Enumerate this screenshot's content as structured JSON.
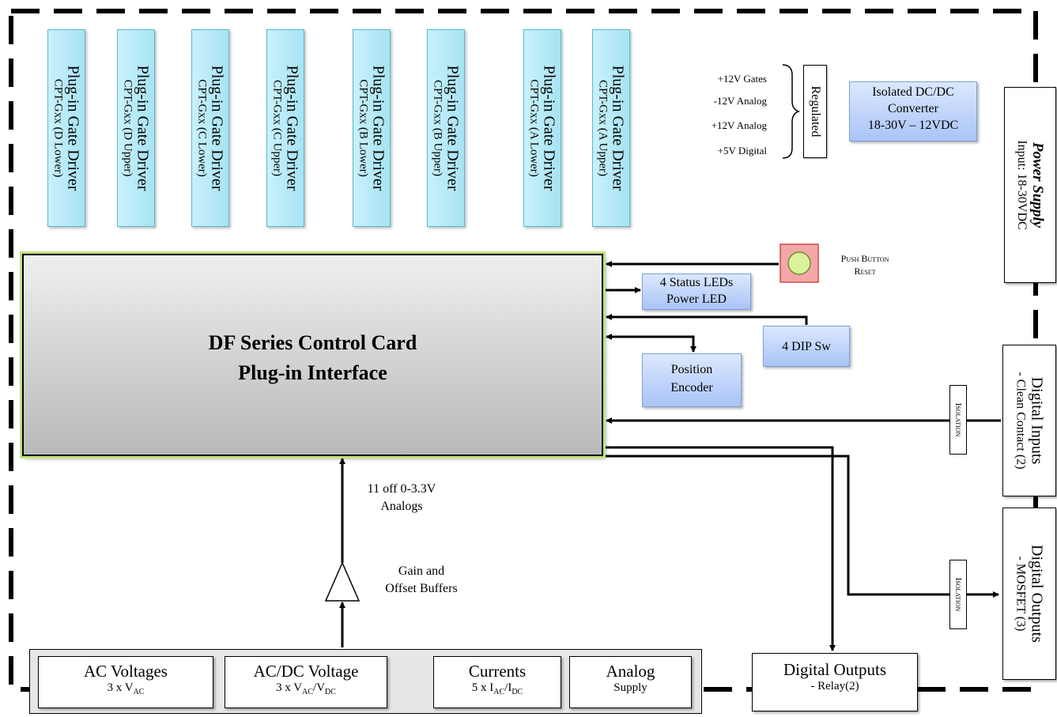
{
  "gate_drivers": [
    {
      "title": "Plug-in Gate Driver",
      "sub": "CPT-Gxx (D Lower)"
    },
    {
      "title": "Plug-in Gate Driver",
      "sub": "CPT-Gxx (D Upper)"
    },
    {
      "title": "Plug-in Gate Driver",
      "sub": "CPT-Gxx (C Lower)"
    },
    {
      "title": "Plug-in Gate Driver",
      "sub": "CPT-Gxx (C Upper)"
    },
    {
      "title": "Plug-in Gate Driver",
      "sub": "CPT-Gxx (B Lower)"
    },
    {
      "title": "Plug-in Gate Driver",
      "sub": "CPT-Gxx (B Upper)"
    },
    {
      "title": "Plug-in Gate Driver",
      "sub": "CPT-Gxx (A Lower)"
    },
    {
      "title": "Plug-in Gate Driver",
      "sub": "CPT-Gxx (A Upper)"
    }
  ],
  "rails": [
    "+12V Gates",
    "-12V Analog",
    "+12V Analog",
    "+5V Digital"
  ],
  "regulated": "Regulated",
  "dcdc": {
    "line1": "Isolated DC/DC",
    "line2": "Converter",
    "line3": "18-30V – 12VDC"
  },
  "power_supply": {
    "title": "Power Supply",
    "sub": "Input: 18-30VDC"
  },
  "push_button": {
    "line1": "Push Button",
    "line2": "Reset"
  },
  "status_leds": {
    "line1": "4 Status LEDs",
    "line2": "Power LED"
  },
  "dip_sw": "4 DIP Sw",
  "encoder": {
    "line1": "Position",
    "line2": "Encoder"
  },
  "control_card": {
    "line1": "DF Series Control Card",
    "line2": "Plug-in Interface"
  },
  "isolation": "Isolation",
  "digital_inputs": {
    "title": "Digital Inputs",
    "sub": "- Clean Contact (2)"
  },
  "digital_outputs_mosfet": {
    "title": "Digital Outputs",
    "sub": "- MOSFET (3)"
  },
  "analogs": {
    "line1": "11 off 0-3.3V",
    "line2": "Analogs"
  },
  "buffers": {
    "line1": "Gain and",
    "line2": "Offset Buffers"
  },
  "inputs": [
    {
      "title": "AC Voltages",
      "sub": "3 x V",
      "sub_script": "AC",
      "sub_tail": ""
    },
    {
      "title": "AC/DC Voltage",
      "sub": "3 x V",
      "sub_script": "AC",
      "sub_tail": "/V",
      "sub_script2": "DC"
    },
    {
      "title": "Currents",
      "sub": "5 x I",
      "sub_script": "AC",
      "sub_tail": "/I",
      "sub_script2": "DC"
    },
    {
      "title": "Analog",
      "sub": "Supply"
    }
  ],
  "relay_outputs": {
    "title": "Digital Outputs",
    "sub": "- Relay(2)"
  }
}
